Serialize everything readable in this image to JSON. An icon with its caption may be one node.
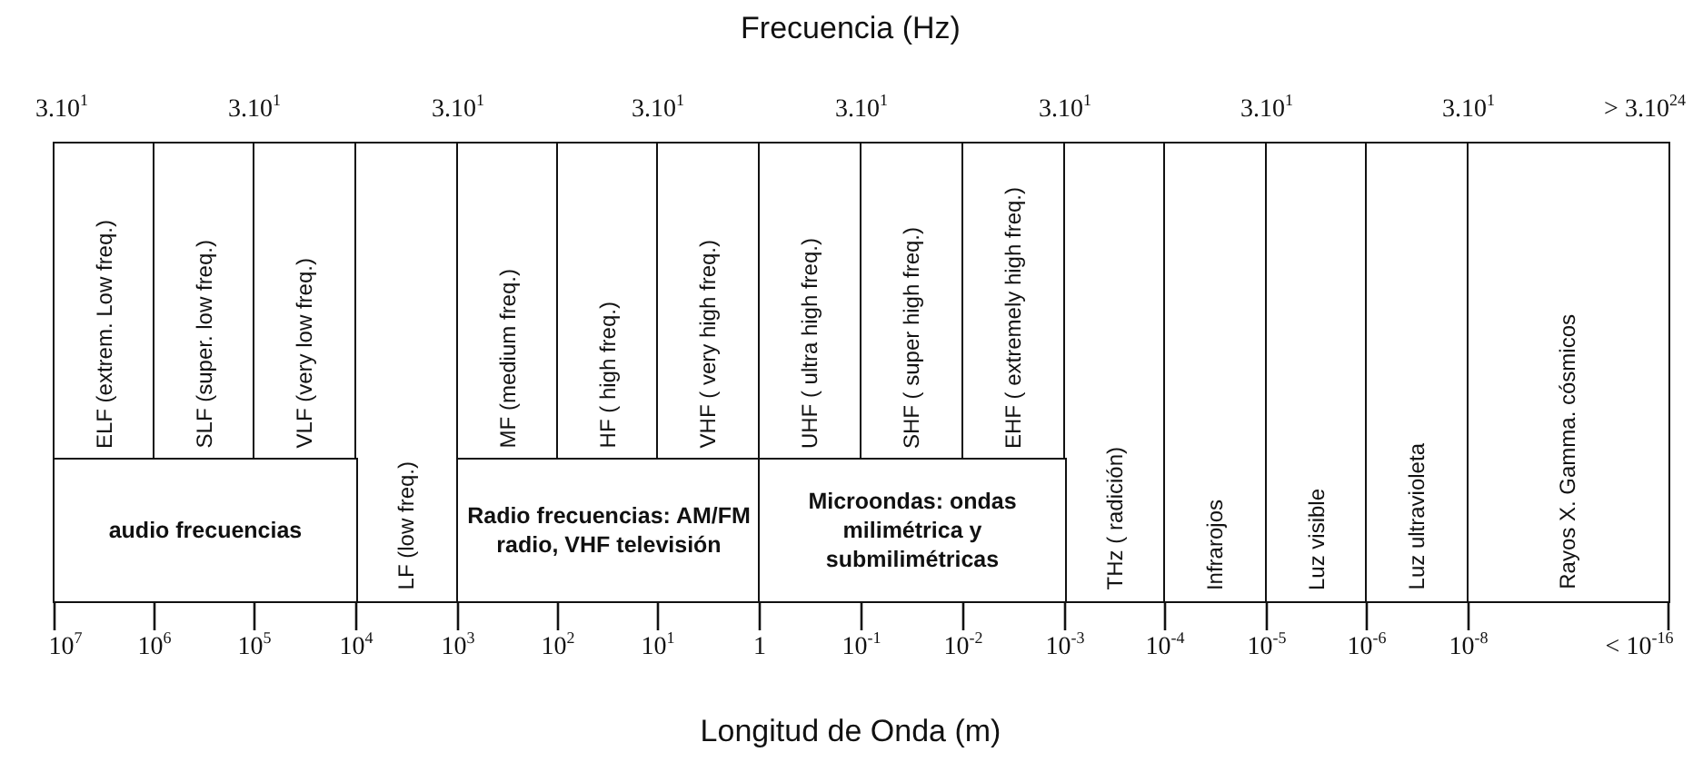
{
  "diagram": {
    "nodes": [
      {
        "text": [
          "ELF (extrem. Low freq.)"
        ]
      },
      {
        "text": [
          "SLF (super. low freq.)"
        ]
      },
      {
        "text": [
          "VLF (very low freq.)"
        ]
      },
      {
        "text": [
          "LF (low freq.)"
        ]
      },
      {
        "text": [
          "MF (medium freq.)"
        ]
      },
      {
        "text": [
          "HF ( high freq.)"
        ]
      },
      {
        "text": [
          "VHF ( very high freq.)"
        ]
      },
      {
        "text": [
          "UHF ( ultra high freq.)"
        ]
      },
      {
        "text": [
          "SHF ( super high freq.)"
        ]
      },
      {
        "text": [
          "EHF ( extremely high freq.)"
        ]
      },
      {
        "text": [
          "THz ( radición)"
        ]
      },
      {
        "text": [
          "Infrarojos"
        ]
      },
      {
        "text": [
          "Luz visible"
        ]
      },
      {
        "text": [
          "Luz ultravioleta"
        ]
      },
      {
        "text": [
          "Rayos X. Gamma. cósmicos"
        ]
      },
      {
        "text": [
          "audio frecuencias"
        ]
      },
      {
        "text": [
          "Radio frecuencias: AM/FM radio, VHF televisión"
        ]
      },
      {
        "text": [
          "Microondas: ondas milimétrica y submilimétricas"
        ]
      }
    ],
    "labels": [
      "Frecuencia (Hz)",
      "3.10$^{1}$",
      "3.10$^{1}$",
      "3.10$^{1}$",
      "3.10$^{1}$",
      "3.10$^{1}$",
      "3.10$^{1}$",
      "3.10$^{1}$",
      "3.10$^{1}$",
      "> 3.10$^{24}$",
      "10$^{7}$",
      "10$^{6}$",
      "10$^{5}$",
      "10$^{4}$",
      "10$^{3}$",
      "10$^{2}$",
      "10$^{1}$",
      "1",
      "10$^{-1}$",
      "10$^{-2}$",
      "10$^{-3}$",
      "10$^{-4}$",
      "10$^{-5}$",
      "10$^{-6}$",
      "10$^{-8}$",
      "< 10$^{-16}$",
      "Longitud de Onda (m)"
    ]
  }
}
